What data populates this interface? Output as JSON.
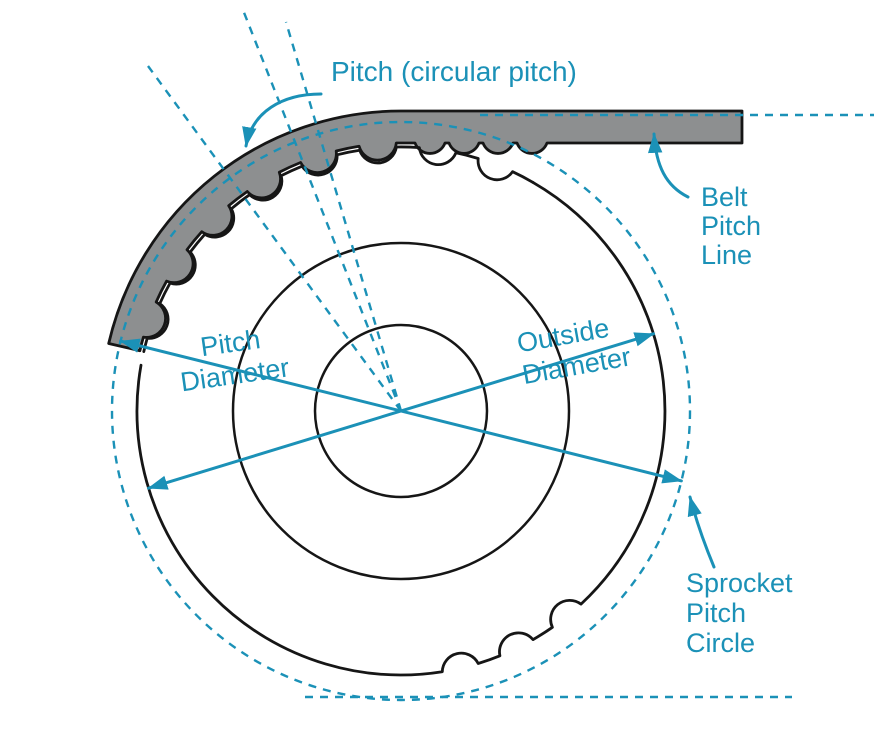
{
  "colors": {
    "teal": "#1b91b7",
    "belt_gray": "#8d8f90",
    "ink": "#161616",
    "background": "#ffffff"
  },
  "labels": {
    "pitch_circular_pitch": "Pitch  (circular pitch)",
    "belt_pitch_line": [
      "Belt",
      "Pitch",
      "Line"
    ],
    "pitch_diameter": [
      "Pitch",
      "Diameter"
    ],
    "outside_diameter": [
      "Outside",
      "Diameter"
    ],
    "sprocket_pitch_circle": [
      "Sprocket",
      "Pitch",
      "Circle"
    ]
  }
}
